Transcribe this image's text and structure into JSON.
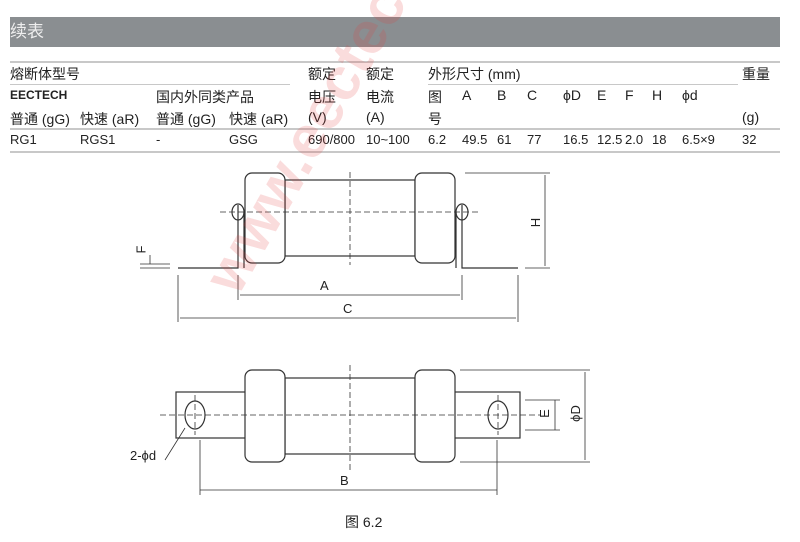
{
  "section_title": "续表",
  "table": {
    "h_model": "熔断体型号",
    "h_voltage": [
      "额定",
      "电压",
      "(V)"
    ],
    "h_current": [
      "额定",
      "电流",
      "(A)"
    ],
    "h_dims": "外形尺寸 (mm)",
    "h_weight": [
      "重量",
      "(g)"
    ],
    "h_brand": "EECTECH",
    "h_similar": "国内外同类产品",
    "h_sub": [
      "普通 (gG)",
      "快速 (aR)",
      "普通 (gG)",
      "快速 (aR)"
    ],
    "h_fig": [
      "图",
      "号"
    ],
    "dim_cols": [
      "A",
      "B",
      "C",
      "ϕD",
      "E",
      "F",
      "H",
      "ϕd"
    ],
    "row": [
      "RG1",
      "RGS1",
      "-",
      "GSG",
      "690/800",
      "10~100",
      "6.2",
      "49.5",
      "61",
      "77",
      "16.5",
      "12.5",
      "2.0",
      "18",
      "6.5×9",
      "32"
    ]
  },
  "diagram": {
    "labels": {
      "A": "A",
      "B": "B",
      "C": "C",
      "H": "H",
      "F": "F",
      "E": "E",
      "D": "ϕD",
      "d": "2-ϕd"
    },
    "caption": "图 6.2"
  },
  "watermark": "www.eectech.store"
}
